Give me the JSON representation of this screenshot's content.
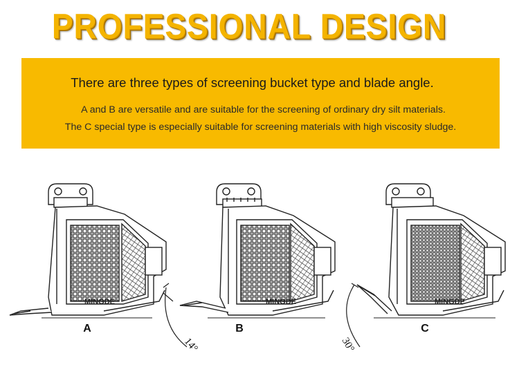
{
  "title": "PROFESSIONAL DESIGN",
  "info": {
    "heading": "There are three types of screening bucket type and blade angle.",
    "line1": "A and B are versatile and are suitable for the screening of ordinary dry silt materials.",
    "line2": "The C special type is especially suitable for screening materials with high viscosity sludge."
  },
  "buckets": [
    {
      "label": "A",
      "brand": "MINGDE",
      "angle": ""
    },
    {
      "label": "B",
      "brand": "MINGDE",
      "angle": "14°"
    },
    {
      "label": "C",
      "brand": "MINGDE",
      "angle": "30°"
    }
  ],
  "colors": {
    "accent": "#f8ba00",
    "title": "#f4b400",
    "line": "#222222"
  }
}
